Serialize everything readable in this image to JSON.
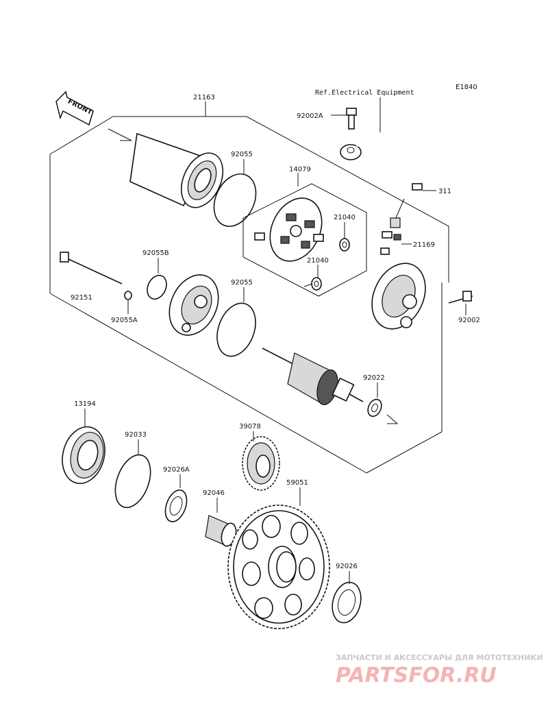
{
  "diagram_code": "E1840",
  "front_label": "FRONT",
  "ref_text": "Ref.Electrical Equipment",
  "part_numbers": {
    "p21163": "21163",
    "p92002A": "92002A",
    "p92055_top": "92055",
    "p14079": "14079",
    "p311": "311",
    "p21040_a": "21040",
    "p21040_b": "21040",
    "p21169": "21169",
    "p92055B": "92055B",
    "p92151": "92151",
    "p92055A": "92055A",
    "p92055_mid": "92055",
    "p92002": "92002",
    "p92022": "92022",
    "p13194": "13194",
    "p92033": "92033",
    "p39078": "39078",
    "p92026A": "92026A",
    "p92046": "92046",
    "p59051": "59051",
    "p92026": "92026"
  },
  "watermark": {
    "tagline": "ЗАПЧАСТИ И АКСЕССУАРЫ ДЛЯ МОТОТЕХНИКИ",
    "logo": "PARTSFOR.RU"
  }
}
